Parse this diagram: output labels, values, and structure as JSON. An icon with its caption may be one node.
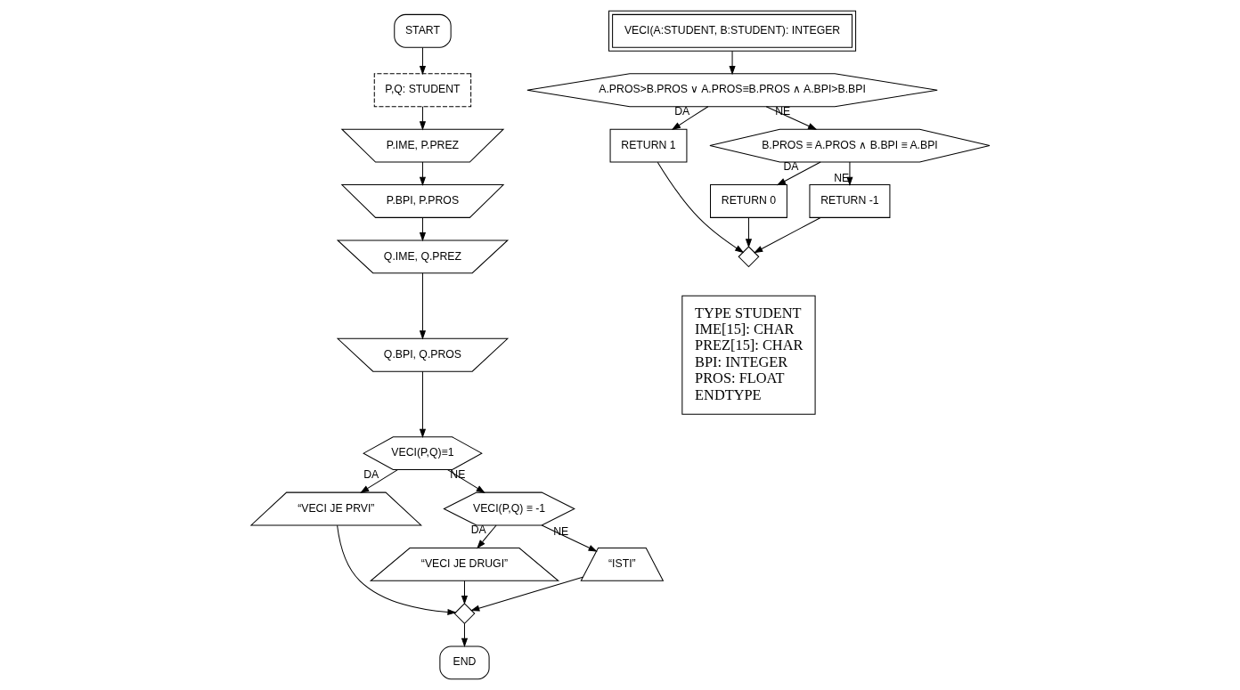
{
  "diagram": {
    "nodes": [
      {
        "text": [
          "START"
        ]
      },
      {
        "text": [
          "P,Q: STUDENT"
        ]
      },
      {
        "text": [
          "P.IME, P.PREZ"
        ]
      },
      {
        "text": [
          "P.BPI, P.PROS"
        ]
      },
      {
        "text": [
          "Q.IME, Q.PREZ"
        ]
      },
      {
        "text": [
          "Q.BPI, Q.PROS"
        ]
      },
      {
        "text": [
          "VECI(P,Q)≡1"
        ]
      },
      {
        "text": [
          "“VECI JE PRVI”"
        ]
      },
      {
        "text": [
          "VECI(P,Q) ≡ -1"
        ]
      },
      {
        "text": [
          "“VECI JE DRUGI”"
        ]
      },
      {
        "text": [
          "“ISTI”"
        ]
      },
      {
        "text": [],
        "shape": "diamond"
      },
      {
        "text": [
          "END"
        ]
      },
      {
        "text": [
          "VECI(A:STUDENT, B:STUDENT): INTEGER"
        ]
      },
      {
        "text": [
          "A.PROS>B.PROS ∨ A.PROS≡B.PROS ∧ A.BPI>B.BPI"
        ]
      },
      {
        "text": [
          "RETURN 1"
        ]
      },
      {
        "text": [
          "B.PROS ≡ A.PROS ∧ B.BPI ≡ A.BPI"
        ]
      },
      {
        "text": [
          "RETURN 0"
        ]
      },
      {
        "text": [
          "RETURN -1"
        ]
      },
      {
        "text": [],
        "shape": "diamond"
      },
      {
        "text": [
          "TYPE STUDENT",
          "IME[15]: CHAR",
          "PREZ[15]: CHAR",
          "BPI: INTEGER",
          "PROS: FLOAT",
          "ENDTYPE"
        ]
      }
    ],
    "edges": [
      {
        "from": 0,
        "to": 1,
        "arrow": "to"
      },
      {
        "from": 1,
        "to": 2,
        "arrow": "to"
      },
      {
        "from": 2,
        "to": 3,
        "arrow": "to"
      },
      {
        "from": 3,
        "to": 4,
        "arrow": "to"
      },
      {
        "from": 4,
        "to": 5,
        "arrow": "to"
      },
      {
        "from": 5,
        "to": 6,
        "arrow": "to"
      },
      {
        "from": 6,
        "to": 7,
        "arrow": "to",
        "label": "DA"
      },
      {
        "from": 6,
        "to": 8,
        "arrow": "to",
        "label": "NE"
      },
      {
        "from": 8,
        "to": 9,
        "arrow": "to",
        "label": "DA"
      },
      {
        "from": 8,
        "to": 10,
        "arrow": "to",
        "label": "NE"
      },
      {
        "from": 7,
        "to": 11,
        "arrow": "to"
      },
      {
        "from": 9,
        "to": 11,
        "arrow": "to"
      },
      {
        "from": 10,
        "to": 11,
        "arrow": "to"
      },
      {
        "from": 11,
        "to": 12,
        "arrow": "to"
      },
      {
        "from": 13,
        "to": 14,
        "arrow": "to"
      },
      {
        "from": 14,
        "to": 15,
        "arrow": "to",
        "label": "DA"
      },
      {
        "from": 14,
        "to": 16,
        "arrow": "to",
        "label": "NE"
      },
      {
        "from": 16,
        "to": 17,
        "arrow": "to",
        "label": "DA"
      },
      {
        "from": 16,
        "to": 18,
        "arrow": "to",
        "label": "NE"
      },
      {
        "from": 15,
        "to": 19,
        "arrow": "to"
      },
      {
        "from": 17,
        "to": 19,
        "arrow": "to"
      },
      {
        "from": 18,
        "to": 19,
        "arrow": "to"
      }
    ]
  }
}
